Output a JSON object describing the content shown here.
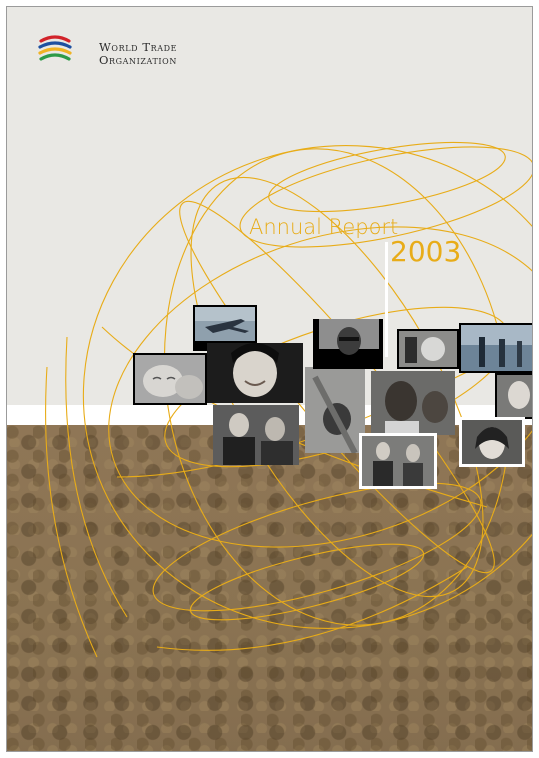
{
  "organization": {
    "line1": "World Trade",
    "line2": "Organization"
  },
  "report": {
    "title": "Annual Report",
    "year": "2003"
  },
  "colors": {
    "accent": "#e8ac18",
    "background": "#e9e8e4",
    "crowd": "#8a7352"
  },
  "icons": {
    "logo": "wto-logo-icon"
  }
}
